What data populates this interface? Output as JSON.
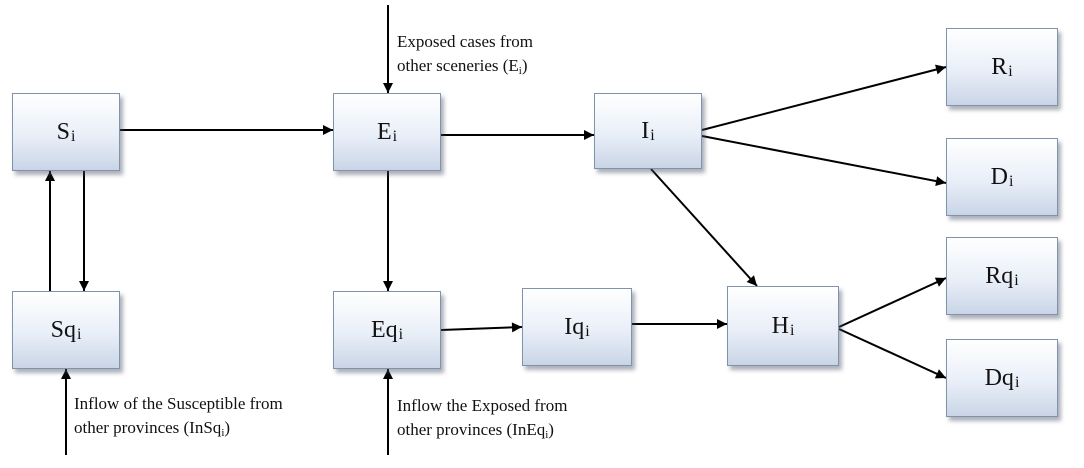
{
  "nodes": {
    "Si": {
      "main": "S",
      "sub": "i"
    },
    "Ei": {
      "main": "E",
      "sub": "i"
    },
    "Ii": {
      "main": "I",
      "sub": "i"
    },
    "Ri": {
      "main": "R",
      "sub": "i"
    },
    "Di": {
      "main": "D",
      "sub": "i"
    },
    "Sqi": {
      "main": "Sq",
      "sub": "i"
    },
    "Eqi": {
      "main": "Eq",
      "sub": "i"
    },
    "Iqi": {
      "main": "Iq",
      "sub": "i"
    },
    "Hi": {
      "main": "H",
      "sub": "i"
    },
    "Rqi": {
      "main": "Rq",
      "sub": "i"
    },
    "Dqi": {
      "main": "Dq",
      "sub": "i"
    }
  },
  "annotations": {
    "exposed_other": {
      "line1": "Exposed cases from",
      "line2": "other sceneries (E",
      "sub": "i",
      "end": ")"
    },
    "inflow_susceptible": {
      "line1": "Inflow of the Susceptible from",
      "line2": "other provinces (InSq",
      "sub": "i",
      "end": ")"
    },
    "inflow_exposed": {
      "line1": "Inflow the Exposed from",
      "line2": "other provinces (InEq",
      "sub": "i",
      "end": ")"
    }
  },
  "edges": [
    {
      "from": "S_i",
      "to": "E_i"
    },
    {
      "from": "E_i",
      "to": "I_i"
    },
    {
      "from": "I_i",
      "to": "R_i"
    },
    {
      "from": "I_i",
      "to": "D_i"
    },
    {
      "from": "I_i",
      "to": "H_i"
    },
    {
      "from": "S_i",
      "to": "Sq_i"
    },
    {
      "from": "Sq_i",
      "to": "S_i"
    },
    {
      "from": "E_i",
      "to": "Eq_i"
    },
    {
      "from": "Eq_i",
      "to": "Iq_i"
    },
    {
      "from": "Iq_i",
      "to": "H_i"
    },
    {
      "from": "H_i",
      "to": "Rq_i"
    },
    {
      "from": "H_i",
      "to": "Dq_i"
    },
    {
      "from": "Exposed cases from other sceneries",
      "to": "E_i"
    },
    {
      "from": "Inflow of the Susceptible from other provinces",
      "to": "Sq_i"
    },
    {
      "from": "Inflow the Exposed from other provinces",
      "to": "Eq_i"
    }
  ]
}
